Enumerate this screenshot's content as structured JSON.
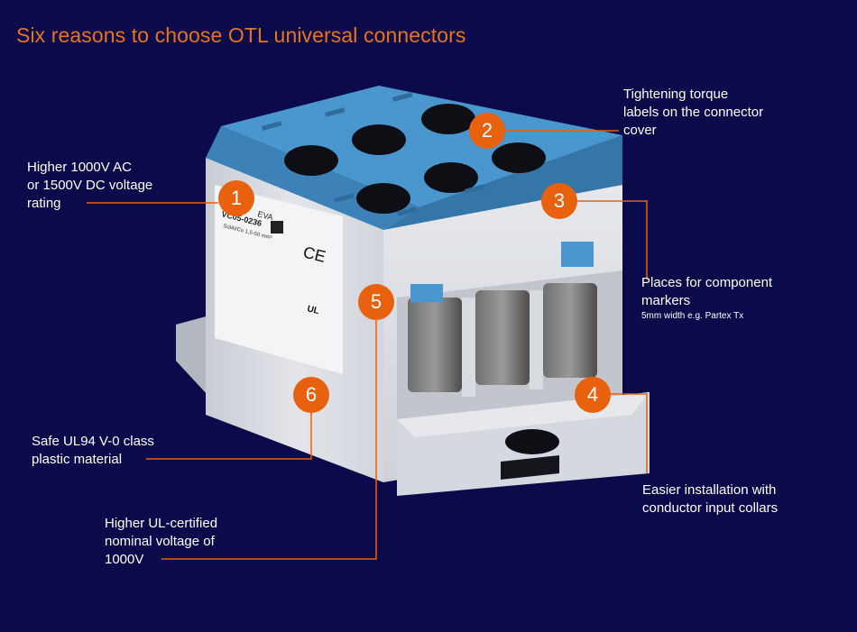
{
  "title": "Six reasons to choose OTL universal connectors",
  "colors": {
    "background": "#0b0a4a",
    "accent": "#e8610f",
    "title": "#e8731f",
    "cover_blue": "#4a97cf"
  },
  "callouts": [
    {
      "number": "1",
      "lines": [
        "Higher 1000V AC",
        "or 1500V DC voltage",
        "rating"
      ]
    },
    {
      "number": "2",
      "lines": [
        "Tightening torque",
        "labels on the connector",
        "cover"
      ]
    },
    {
      "number": "3",
      "lines": [
        "Places for component",
        "markers"
      ],
      "sub": "5mm width e.g. Partex Tx"
    },
    {
      "number": "4",
      "lines": [
        "Easier installation with",
        "conductor input collars"
      ]
    },
    {
      "number": "5",
      "lines": [
        "Higher UL-certified",
        "nominal voltage of",
        "1000V"
      ]
    },
    {
      "number": "6",
      "lines": [
        "Safe UL94 V-0 class",
        "plastic material"
      ]
    }
  ],
  "product_label": {
    "brand": "EVA",
    "model": "VC05-0236",
    "spec": "SolAl/Cu 1,5-50 mm²",
    "mark": "CE",
    "ul": "UL"
  }
}
